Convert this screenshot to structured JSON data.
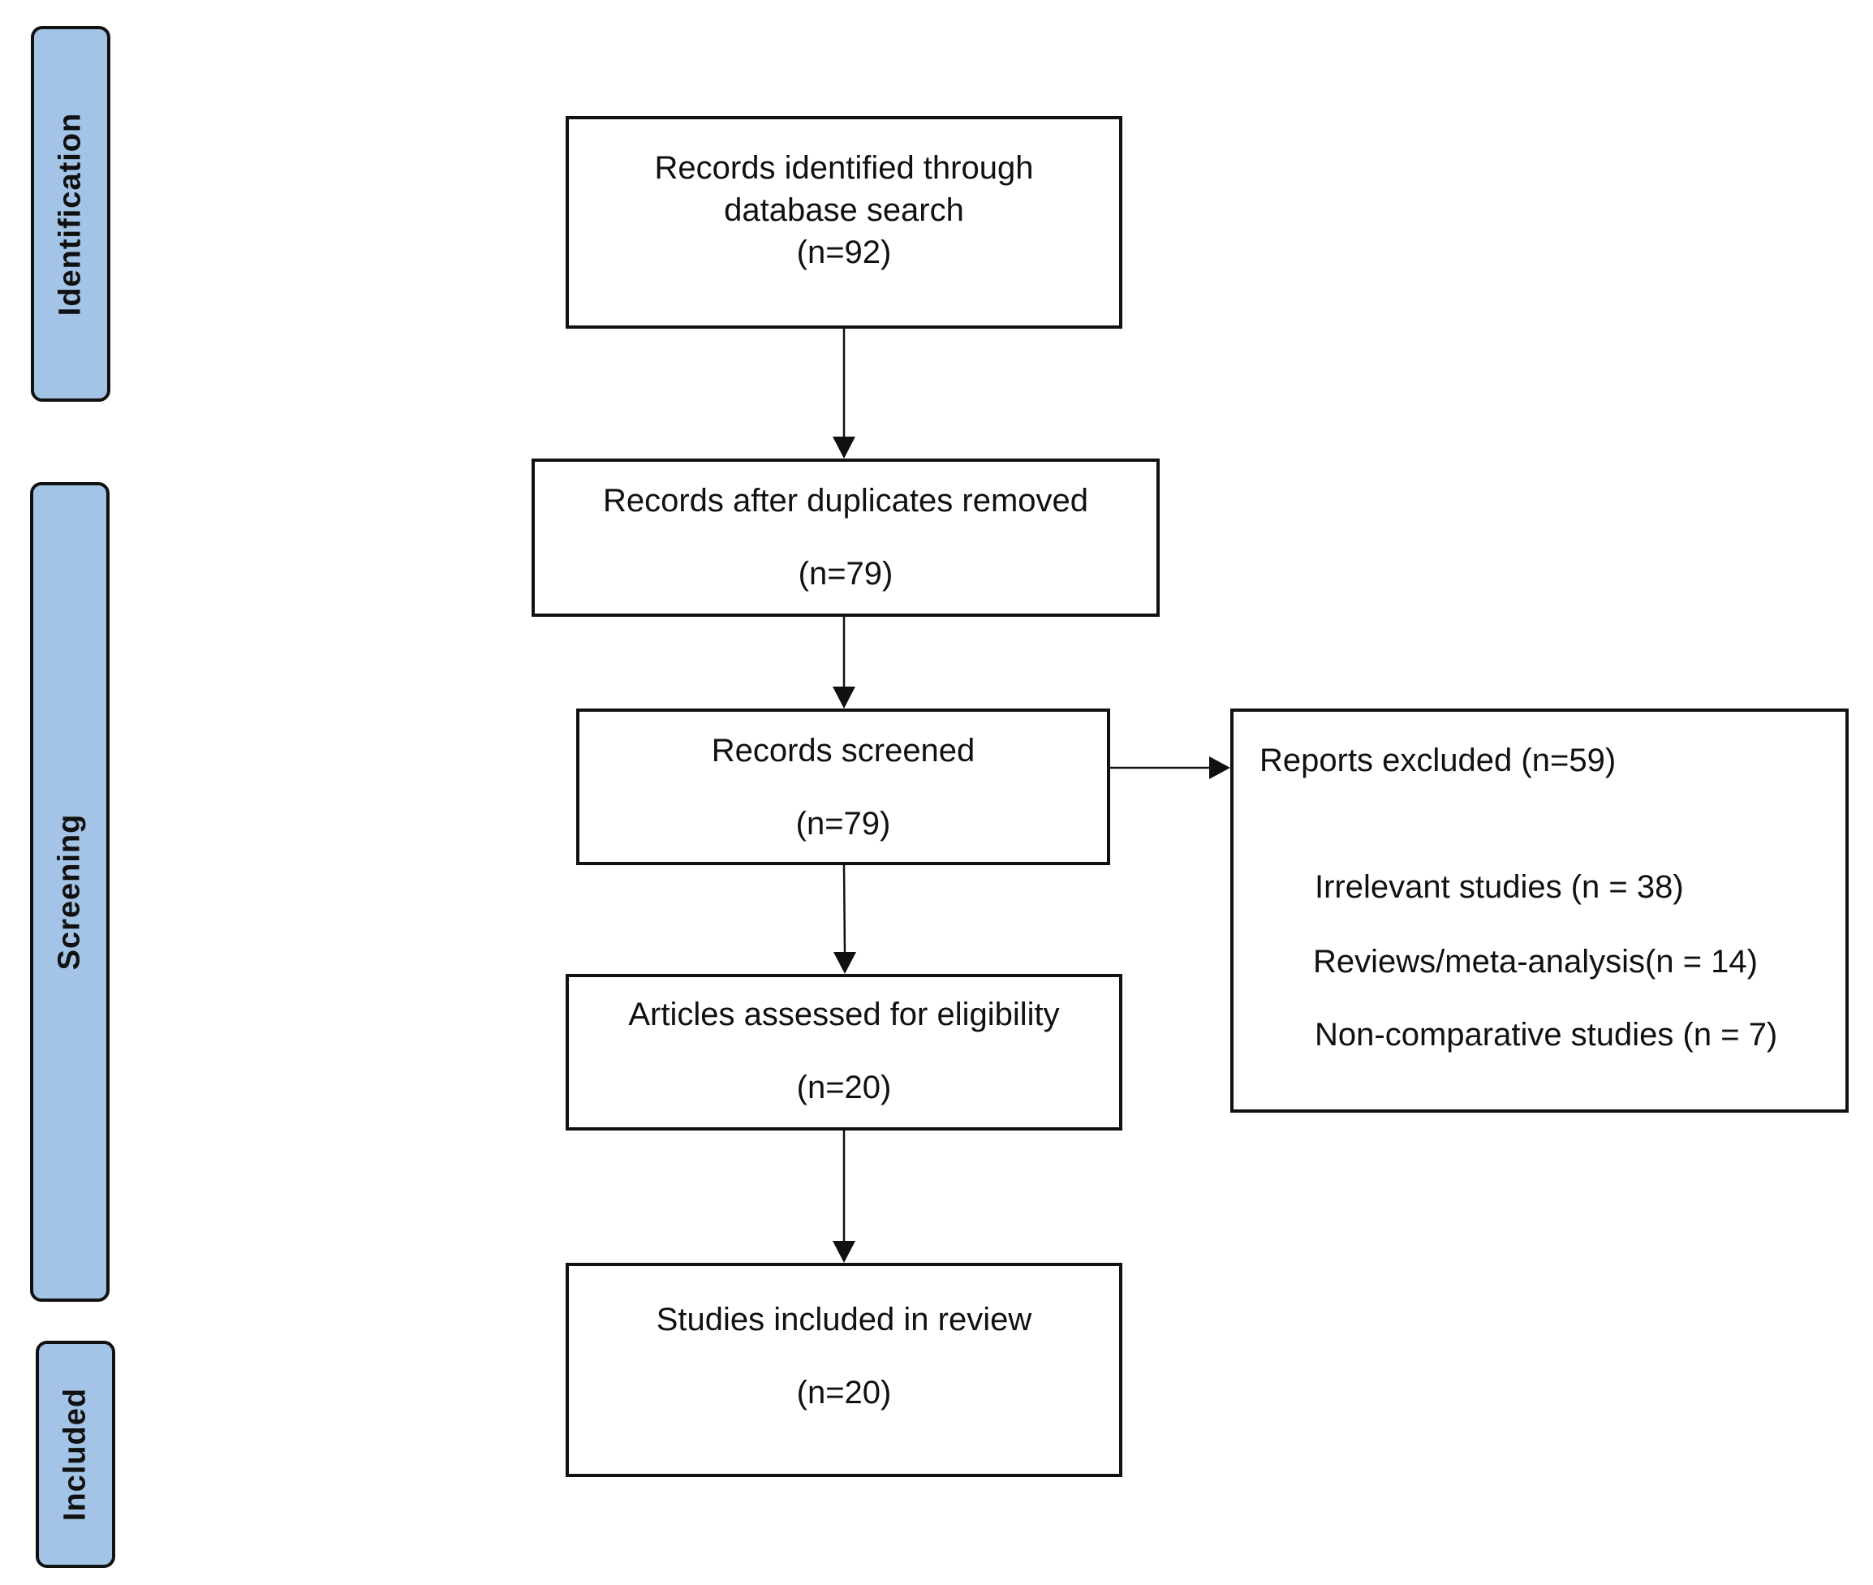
{
  "phases": {
    "identification": "Identification",
    "screening": "Screening",
    "included": "Included"
  },
  "boxes": {
    "identified": {
      "line1": "Records identified through",
      "line2": "database search",
      "count": "(n=92)"
    },
    "duplicates_removed": {
      "label": "Records after duplicates removed",
      "count": "(n=79)"
    },
    "screened": {
      "label": "Records screened",
      "count": "(n=79)"
    },
    "eligibility": {
      "label": "Articles assessed for eligibility",
      "count": "(n=20)"
    },
    "included": {
      "label": "Studies included in review",
      "count": "(n=20)"
    },
    "excluded": {
      "title": "Reports excluded (n=59)",
      "reasons": [
        "Irrelevant studies (n = 38)",
        "Reviews/meta-analysis(n = 14)",
        "Non-comparative studies (n = 7)"
      ]
    }
  },
  "colors": {
    "phase_fill": "#a3c4e6",
    "stroke": "#111111"
  }
}
